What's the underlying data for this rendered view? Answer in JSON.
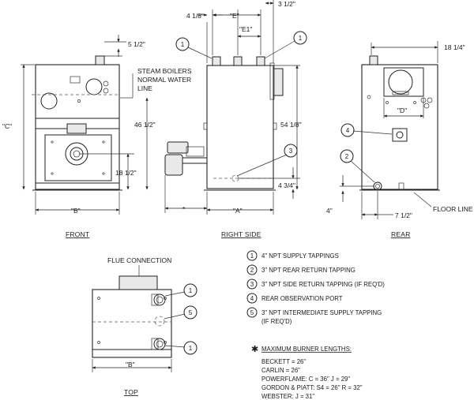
{
  "views": {
    "front": "FRONT",
    "right_side": "RIGHT SIDE",
    "rear": "REAR",
    "top": "TOP"
  },
  "dimensions": {
    "four_one_eighth": "4 1/8\"",
    "e": "\"E\"",
    "three_half": "3 1/2\"",
    "e1": "\"E1\"",
    "five_half": "5 1/2\"",
    "eighteen_quarter": "18 1/4\"",
    "c": "\"C\"",
    "forty_six_half": "46 1/2\"",
    "fifty_four_eighth": "54 1/8\"",
    "eighteen_half": "18 1/2\"",
    "four_three_quarter": "4 3/4\"",
    "d": "\"D\"",
    "b": "\"B\"",
    "a": "\"A\"",
    "star": "*",
    "four": "4\"",
    "seven_half": "7 1/2\"",
    "b_top": "\"B\""
  },
  "annotations": {
    "steam_line1": "STEAM BOILERS",
    "steam_line2": "NORMAL WATER",
    "steam_line3": "LINE",
    "floor_line": "FLOOR LINE",
    "flue_connection": "FLUE CONNECTION"
  },
  "callouts": {
    "c1": "1",
    "c2": "1",
    "c3": "3",
    "c4": "4",
    "c5": "2",
    "c6": "1",
    "c7": "5",
    "c8": "1"
  },
  "legend": [
    {
      "num": "1",
      "text": "4\" NPT SUPPLY TAPPINGS"
    },
    {
      "num": "2",
      "text": "3\" NPT REAR RETURN TAPPING"
    },
    {
      "num": "3",
      "text": "3\" NPT SIDE RETURN TAPPING (IF REQ'D)"
    },
    {
      "num": "4",
      "text": "REAR OBSERVATION PORT"
    },
    {
      "num": "5",
      "text": "3\" NPT INTERMEDIATE SUPPLY TAPPING",
      "text2": "(IF REQ'D)"
    }
  ],
  "burner": {
    "star": "✱",
    "title": "MAXIMUM BURNER LENGTHS:",
    "lines": [
      "BECKETT = 26\"",
      "CARLIN = 26\"",
      "POWERFLAME:  C = 36\"   J = 29\"",
      "GORDON & PIATT:  S4 = 26\"   R = 32\"",
      "WEBSTER:  J = 31\""
    ]
  }
}
